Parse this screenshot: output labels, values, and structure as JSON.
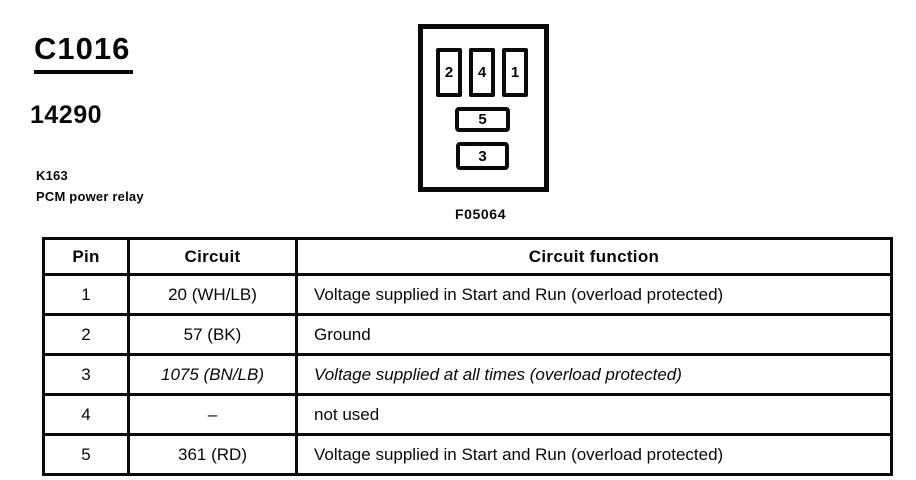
{
  "header": {
    "connector_id": "C1016",
    "part_number": "14290",
    "component_code": "K163",
    "component_name": "PCM power relay"
  },
  "connector": {
    "pins_top": [
      "2",
      "4",
      "1"
    ],
    "pin_middle": "5",
    "pin_bottom": "3",
    "figure_code": "F05064"
  },
  "table": {
    "headers": [
      "Pin",
      "Circuit",
      "Circuit function"
    ],
    "rows": [
      {
        "pin": "1",
        "circuit": "20 (WH/LB)",
        "function": "Voltage supplied in Start and Run (overload protected)",
        "italic": false
      },
      {
        "pin": "2",
        "circuit": "57 (BK)",
        "function": "Ground",
        "italic": false
      },
      {
        "pin": "3",
        "circuit": "1075 (BN/LB)",
        "function": "Voltage supplied at all times (overload protected)",
        "italic": true
      },
      {
        "pin": "4",
        "circuit": "–",
        "function": "not used",
        "italic": false
      },
      {
        "pin": "5",
        "circuit": "361 (RD)",
        "function": "Voltage supplied in Start and Run (overload protected)",
        "italic": false
      }
    ]
  },
  "colors": {
    "ink": "#0a0a0a",
    "paper": "#ffffff"
  }
}
